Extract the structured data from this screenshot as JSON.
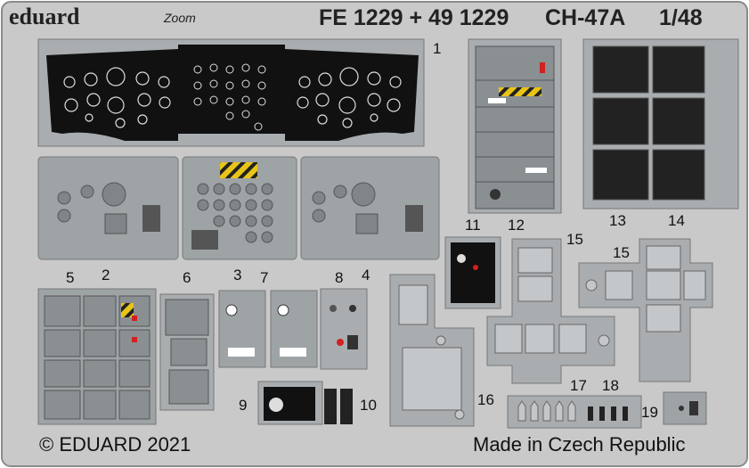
{
  "header": {
    "brand": "eduard",
    "zoom_logo_text": "Zoom",
    "title": "FE 1229 + 49 1229",
    "model": "CH-47A",
    "scale": "1/48"
  },
  "part_numbers": [
    "1",
    "2",
    "3",
    "4",
    "5",
    "6",
    "7",
    "8",
    "9",
    "10",
    "11",
    "12",
    "13",
    "14",
    "15",
    "15",
    "16",
    "17",
    "18",
    "19"
  ],
  "footer": {
    "copyright": "© EDUARD 2021",
    "origin": "Made in Czech Republic"
  },
  "colors": {
    "fret": "#c9c9c9",
    "fret_edge": "#8a8a8a",
    "part_gray": "#9ea3a6",
    "panel_dark": "#111111",
    "hazard_yellow": "#e8c418",
    "warning_red": "#d32020"
  }
}
